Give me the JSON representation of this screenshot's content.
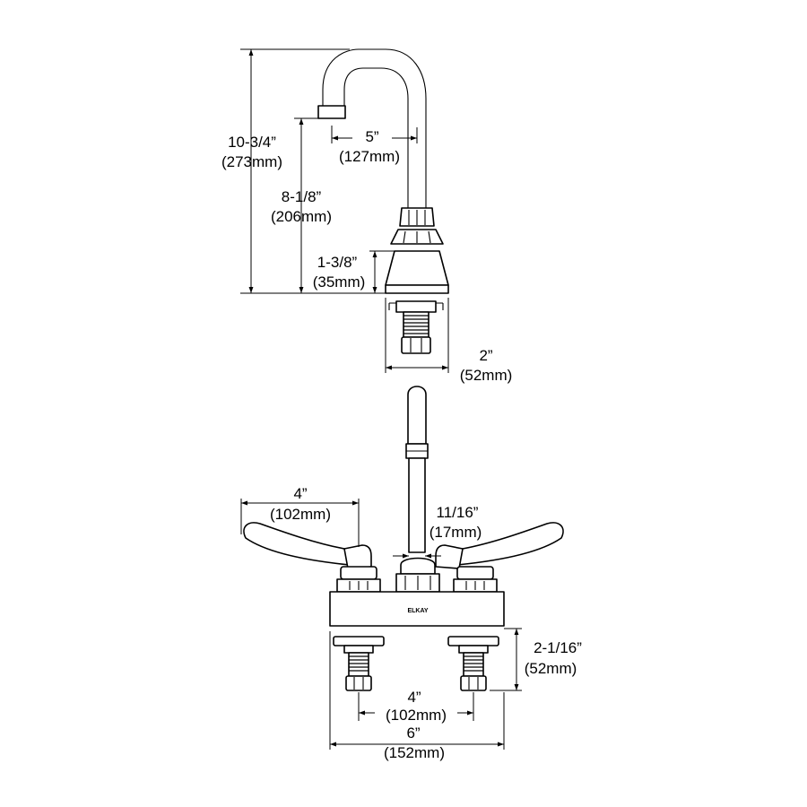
{
  "side_view": {
    "overall_height": {
      "in": "10-3/4”",
      "mm": "(273mm)"
    },
    "spout_height": {
      "in": "8-1/8”",
      "mm": "(206mm)"
    },
    "body_height": {
      "in": "1-3/8”",
      "mm": "(35mm)"
    },
    "spout_reach": {
      "in": "5”",
      "mm": "(127mm)"
    },
    "body_depth": {
      "in": "2”",
      "mm": "(52mm)"
    }
  },
  "front_view": {
    "handle_length": {
      "in": "4”",
      "mm": "(102mm)"
    },
    "spout_diameter": {
      "in": "11/16”",
      "mm": "(17mm)"
    },
    "shank_length": {
      "in": "2-1/16”",
      "mm": "(52mm)"
    },
    "centers": {
      "in": "4”",
      "mm": "(102mm)"
    },
    "body_width": {
      "in": "6”",
      "mm": "(152mm)"
    },
    "logo_text": "ELKAY"
  },
  "colors": {
    "line": "#000000",
    "background": "#ffffff"
  }
}
